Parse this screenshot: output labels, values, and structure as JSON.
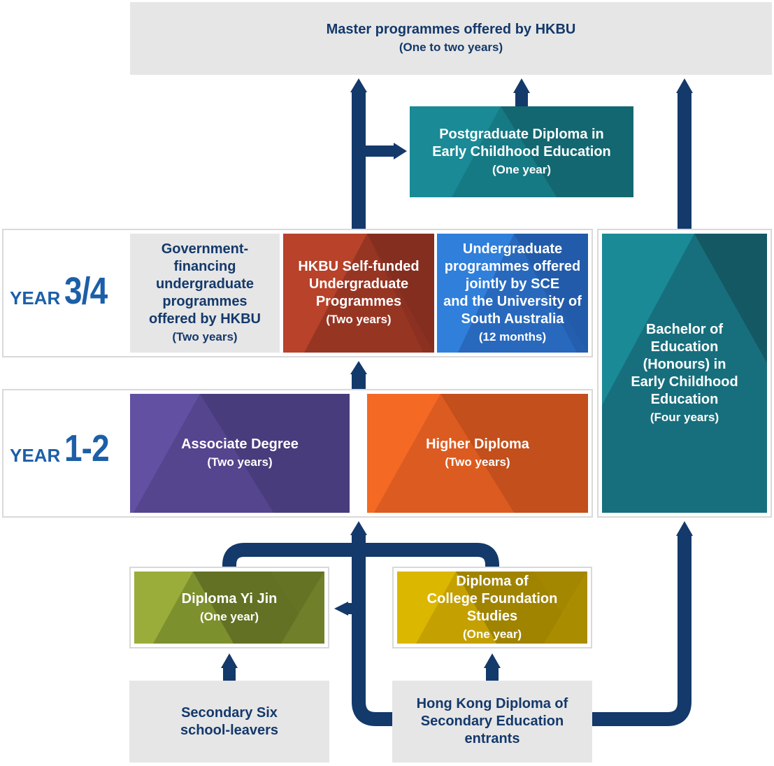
{
  "masters": {
    "title": "Master programmes offered by HKBU",
    "sub": "(One to two years)"
  },
  "pgde": {
    "lines": [
      "Postgraduate Diploma in",
      "Early Childhood Education"
    ],
    "sub": "(One year)"
  },
  "year34": {
    "word": "YEAR",
    "num": "3/4"
  },
  "year12": {
    "word": "YEAR",
    "num": "1-2"
  },
  "gov": {
    "lines": [
      "Government-",
      "financing",
      "undergraduate",
      "programmes",
      "offered by HKBU"
    ],
    "sub": "(Two years)"
  },
  "selffunded": {
    "lines": [
      "HKBU Self-funded",
      "Undergraduate",
      "Programmes"
    ],
    "sub": "(Two years)"
  },
  "unisa": {
    "lines": [
      "Undergraduate",
      "programmes offered",
      "jointly by SCE",
      "and the University of",
      "South Australia"
    ],
    "sub": "(12 months)"
  },
  "bed": {
    "lines": [
      "Bachelor of",
      "Education",
      "(Honours) in",
      "Early Childhood",
      "Education"
    ],
    "sub": "(Four years)"
  },
  "associate": {
    "title": "Associate Degree",
    "sub": "(Two years)"
  },
  "higher": {
    "title": "Higher Diploma",
    "sub": "(Two years)"
  },
  "yijin": {
    "title": "Diploma Yi Jin",
    "sub": "(One year)"
  },
  "cfs": {
    "lines": [
      "Diploma of",
      "College Foundation",
      "Studies"
    ],
    "sub": "(One year)"
  },
  "s6": {
    "lines": [
      "Secondary Six",
      "school-leavers"
    ]
  },
  "hkdse": {
    "lines": [
      "Hong Kong Diploma of",
      "Secondary Education",
      "entrants"
    ]
  },
  "colors": {
    "arrow": "#14396b",
    "light_box": "#e6e6e6",
    "teal": "#1a8a96",
    "bed_teal": "#176f7d",
    "red": "#a53a25",
    "blue": "#2c73cf",
    "purple": "#52418a",
    "orange": "#e35a1e",
    "green": "#7a8f2e",
    "gold": "#c7a400",
    "year_text": "#1c5fa8"
  }
}
